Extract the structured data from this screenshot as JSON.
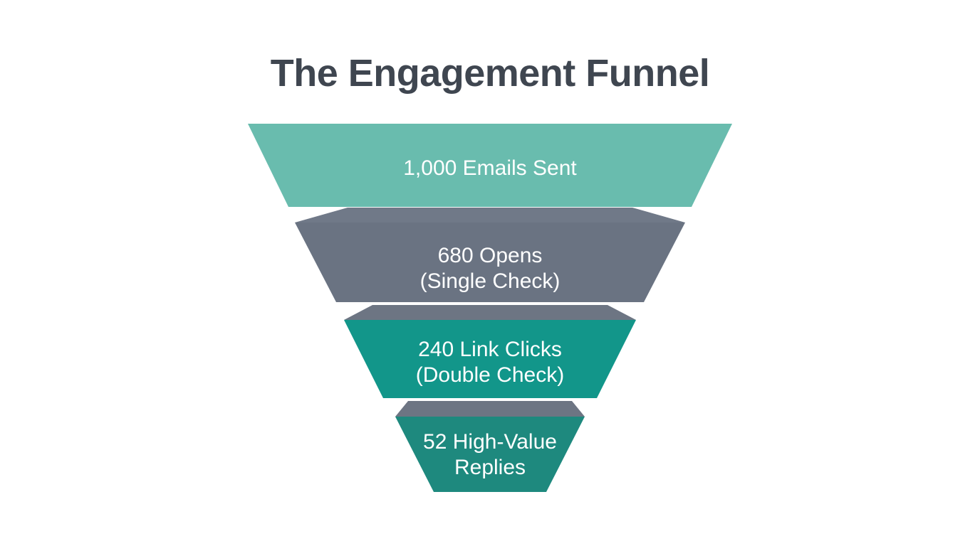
{
  "title": "The Engagement Funnel",
  "colors": {
    "background": "#ffffff",
    "title_text": "#3f4650",
    "label_text": "#ffffff"
  },
  "stages": [
    {
      "name": "emails-sent",
      "line1": "1,000 Emails Sent",
      "line2": "",
      "value": 1000,
      "face_color": "#69bcae"
    },
    {
      "name": "opens",
      "line1": "680 Opens",
      "line2": "(Single Check)",
      "value": 680,
      "face_color": "#6a7382",
      "lip_color": "#707988"
    },
    {
      "name": "link-clicks",
      "line1": "240 Link Clicks",
      "line2": "(Double Check)",
      "value": 240,
      "face_color": "#12968a",
      "lip_color": "#6d7583"
    },
    {
      "name": "high-value-replies",
      "line1": "52 High-Value",
      "line2": "Replies",
      "value": 52,
      "face_color": "#1e897e",
      "lip_color": "#6d7583"
    }
  ],
  "chart_data": {
    "type": "funnel",
    "title": "The Engagement Funnel",
    "categories": [
      "Emails Sent",
      "Opens (Single Check)",
      "Link Clicks (Double Check)",
      "High-Value Replies"
    ],
    "values": [
      1000,
      680,
      240,
      52
    ],
    "labels": [
      "1,000 Emails Sent",
      "680 Opens (Single Check)",
      "240 Link Clicks (Double Check)",
      "52 High-Value Replies"
    ],
    "colors": [
      "#69bcae",
      "#6a7382",
      "#12968a",
      "#1e897e"
    ],
    "orientation": "top-to-bottom",
    "legend": "none",
    "grid": false
  }
}
